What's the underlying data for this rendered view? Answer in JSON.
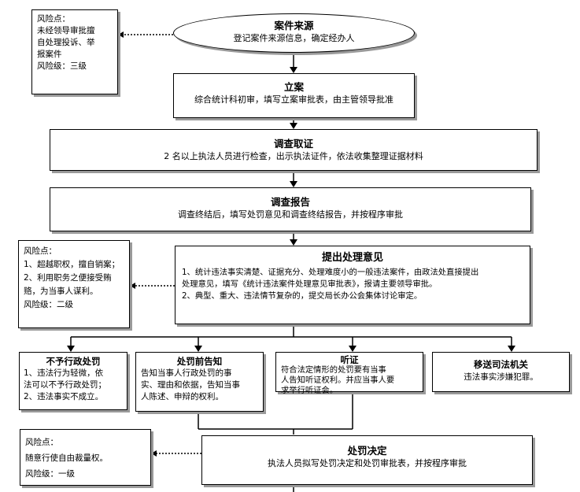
{
  "case_source": {
    "title": "案件来源",
    "desc": "登记案件来源信息，确定经办人"
  },
  "risk1": {
    "label": "风险点：",
    "line1": "未经领导审批擅",
    "line2": "自处理投诉、举",
    "line3": "报案件",
    "level": "风险级：三级"
  },
  "filing": {
    "title": "立案",
    "desc": "综合统计科初审，填写立案审批表，由主管领导批准"
  },
  "investigation": {
    "title": "调查取证",
    "desc": "2 名以上执法人员进行检查，出示执法证件，依法收集整理证据材料"
  },
  "report": {
    "title": "调查报告",
    "desc": "调查终结后，填写处罚意见和调查终结报告，并按程序审批"
  },
  "risk2": {
    "label": "风险点：",
    "line1": "1、超越职权，擅自销案；",
    "line2": "2、利用职务之便接受贿",
    "line3": "赂，为当事人谋利。",
    "level": "风险级：二级"
  },
  "proposal": {
    "title": "提出处理意见",
    "line1": "1、统计违法事实清楚、证据充分、处理难度小的一般违法案件，由政法处直接提出",
    "line2": "处理意见，填写《统计违法案件处理意见审批表》，报请主要领导审批。",
    "line3": "2、典型、重大、违法情节复杂的，提交局长办公会集体讨论审定。"
  },
  "no_penalty": {
    "title": "不予行政处罚",
    "line1": "1、违法行为轻微，依",
    "line2": "法可以不予行政处罚；",
    "line3": "2、违法事实不成立。"
  },
  "pre_notice": {
    "title": "处罚前告知",
    "line1": "告知当事人行政处罚的事",
    "line2": "实、理由和依据，告知当事",
    "line3": "人陈述、申辩的权利。"
  },
  "hearing": {
    "title": "听证",
    "line1": "符合法定情形的处罚要有当事",
    "line2": "人告知听证权利。并应当事人要",
    "line3": "求举行听证会。"
  },
  "transfer": {
    "title": "移送司法机关",
    "desc": "违法事实涉嫌犯罪。"
  },
  "risk3": {
    "label": "风险点：",
    "line1": "随意行使自由裁量权。",
    "level": "风险级：一级"
  },
  "decision": {
    "title": "处罚决定",
    "desc": "执法人员拟写处罚决定和处罚审批表，并按程序审批"
  }
}
